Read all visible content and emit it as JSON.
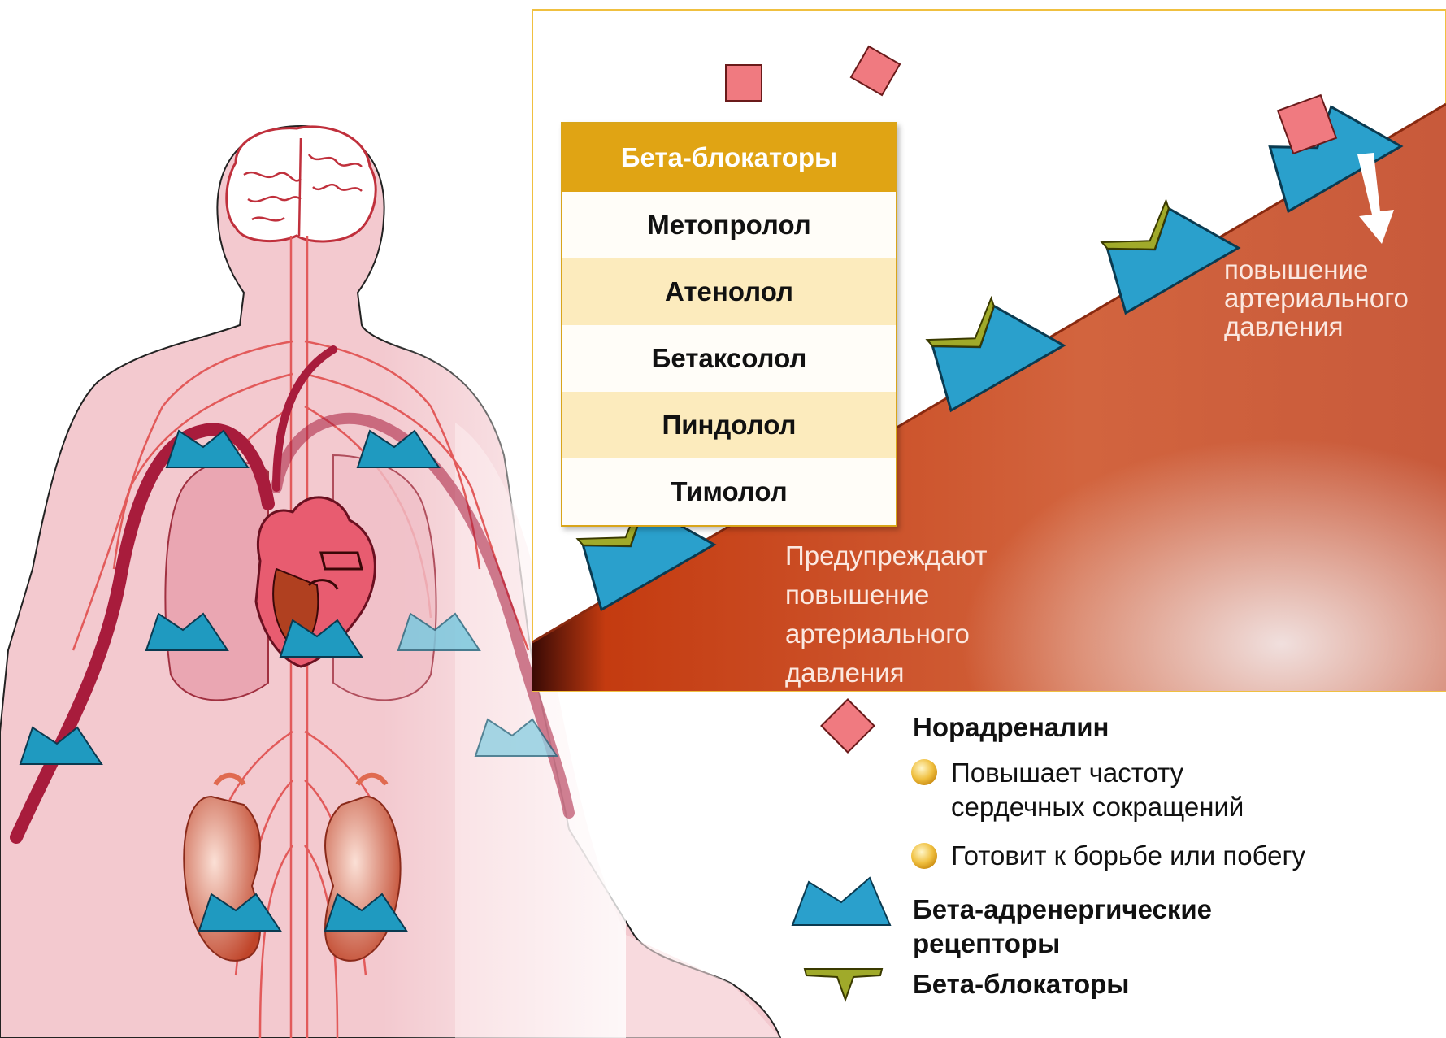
{
  "table": {
    "header": "Бета-блокаторы",
    "items": [
      "Метопролол",
      "Атенолол",
      "Бетаксолол",
      "Пиндолол",
      "Тимолол"
    ]
  },
  "panel": {
    "raise_label": [
      "повышение",
      "артериального",
      "давления"
    ],
    "prevent_label": [
      "Предупреждают",
      "повышение",
      "артериального",
      "давления"
    ]
  },
  "legend": {
    "noradrenaline": "Норадреналин",
    "bullet_1": [
      "Повышает частоту",
      "сердечных сокращений"
    ],
    "bullet_2": "Готовит к борьбе или побегу",
    "receptors": [
      "Бета-адренергические",
      "рецепторы"
    ],
    "blockers": "Бета-блокаторы"
  },
  "colors": {
    "receptor": "#38b0d8",
    "blocker": "#a0aa2a",
    "noradrenaline": "#f07a80",
    "table_header": "#e0a414",
    "body": "#f3c9cf",
    "artery": "#a81c3c"
  },
  "icons": [
    "brain-icon",
    "heart-icon",
    "lungs-icon",
    "kidneys-icon",
    "receptor-icon",
    "blocker-icon",
    "noradrenaline-icon",
    "bullet-icon",
    "down-arrow-icon"
  ]
}
